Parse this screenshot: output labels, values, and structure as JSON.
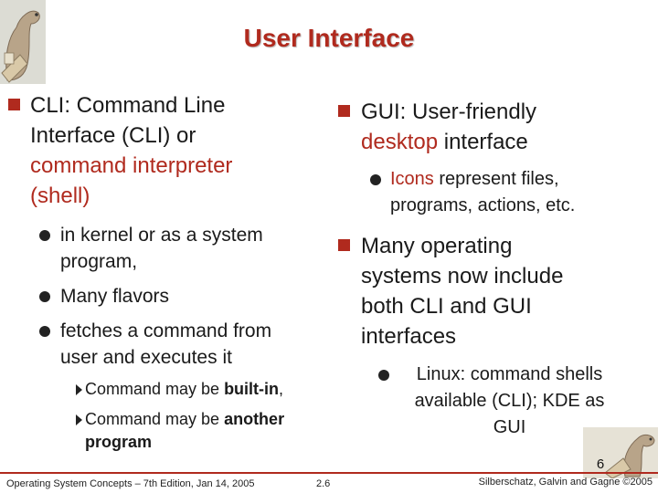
{
  "slide": {
    "title": "User Interface",
    "page_number": "6",
    "footer_left": "Operating System Concepts – 7th Edition, Jan 14, 2005",
    "footer_center": "2.6",
    "footer_right": "Silberschatz, Galvin and Gagne ©2005"
  },
  "left": {
    "heading": {
      "line1": "CLI: Command Line",
      "line2": "Interface (CLI) or",
      "line3": "command interpreter",
      "line4": "(shell)"
    },
    "bullet1": {
      "line1": "in kernel or as a system",
      "line2": "program,"
    },
    "bullet2": {
      "line1": "Many flavors"
    },
    "bullet3": {
      "line1": "fetches a command from",
      "line2": "user and executes it"
    },
    "sub1": {
      "prefix": "Command may be ",
      "bold": "built-in",
      "suffix": ","
    },
    "sub2": {
      "prefix": "Command may be ",
      "bold_line1": "another",
      "bold_line2": "program"
    }
  },
  "right": {
    "gui": {
      "line1": "GUI: User-friendly",
      "line2_red": "desktop",
      "line2_rest": " interface"
    },
    "gui_sub": {
      "red": "Icons",
      "rest": " represent files,",
      "line2": "programs, actions, etc."
    },
    "many": {
      "line1": "Many operating",
      "line2": "systems now include",
      "line3": "both CLI and GUI",
      "line4": "interfaces"
    },
    "linux": {
      "line1": "Linux: command shells",
      "line2": "available (CLI); KDE as",
      "line3": "GUI"
    }
  },
  "colors": {
    "accent": "#b02a1e",
    "text": "#1a1a1a"
  },
  "icons": {
    "top_left": "dinosaur-book-icon",
    "bottom_right": "dinosaur-logo-icon"
  }
}
